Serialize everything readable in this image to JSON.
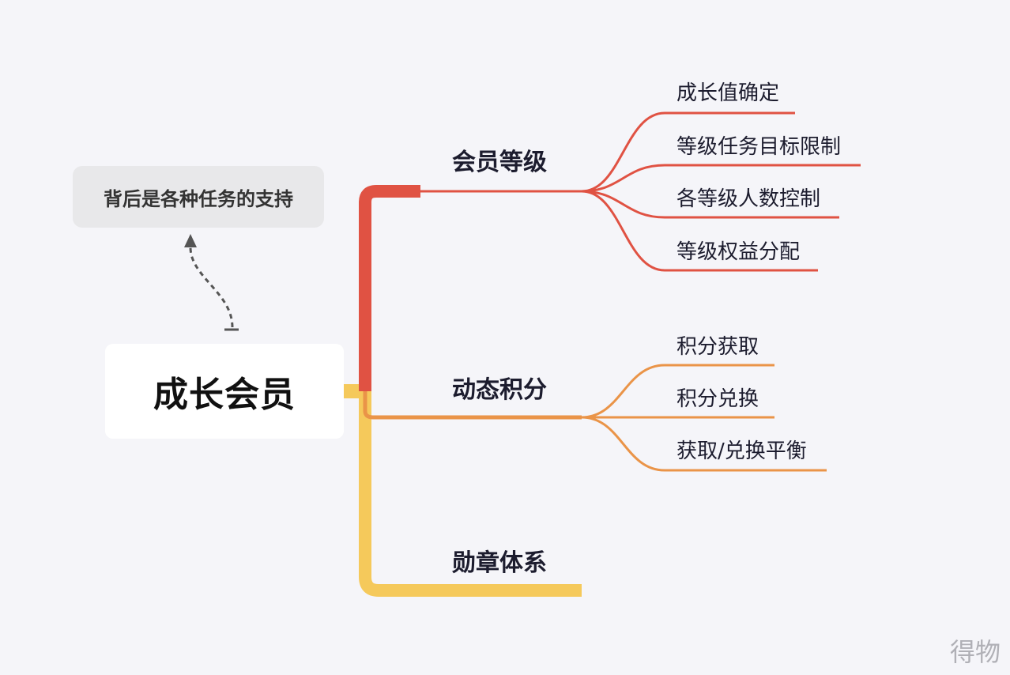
{
  "root": {
    "label": "成长会员"
  },
  "note": {
    "text": "背后是各种任务的支持"
  },
  "colors": {
    "background": "#f5f5f9",
    "branch_levels": "#e05243",
    "branch_points": "#ea9448",
    "branch_badges": "#f5c95b",
    "connector": "#555555"
  },
  "branches": [
    {
      "label": "会员等级",
      "color": "#e05243",
      "children": [
        "成长值确定",
        "等级任务目标限制",
        "各等级人数控制",
        "等级权益分配"
      ]
    },
    {
      "label": "动态积分",
      "color": "#ea9448",
      "children": [
        "积分获取",
        "积分兑换",
        "获取/兑换平衡"
      ]
    },
    {
      "label": "勋章体系",
      "color": "#f5c95b",
      "children": []
    }
  ],
  "watermark": "得物"
}
